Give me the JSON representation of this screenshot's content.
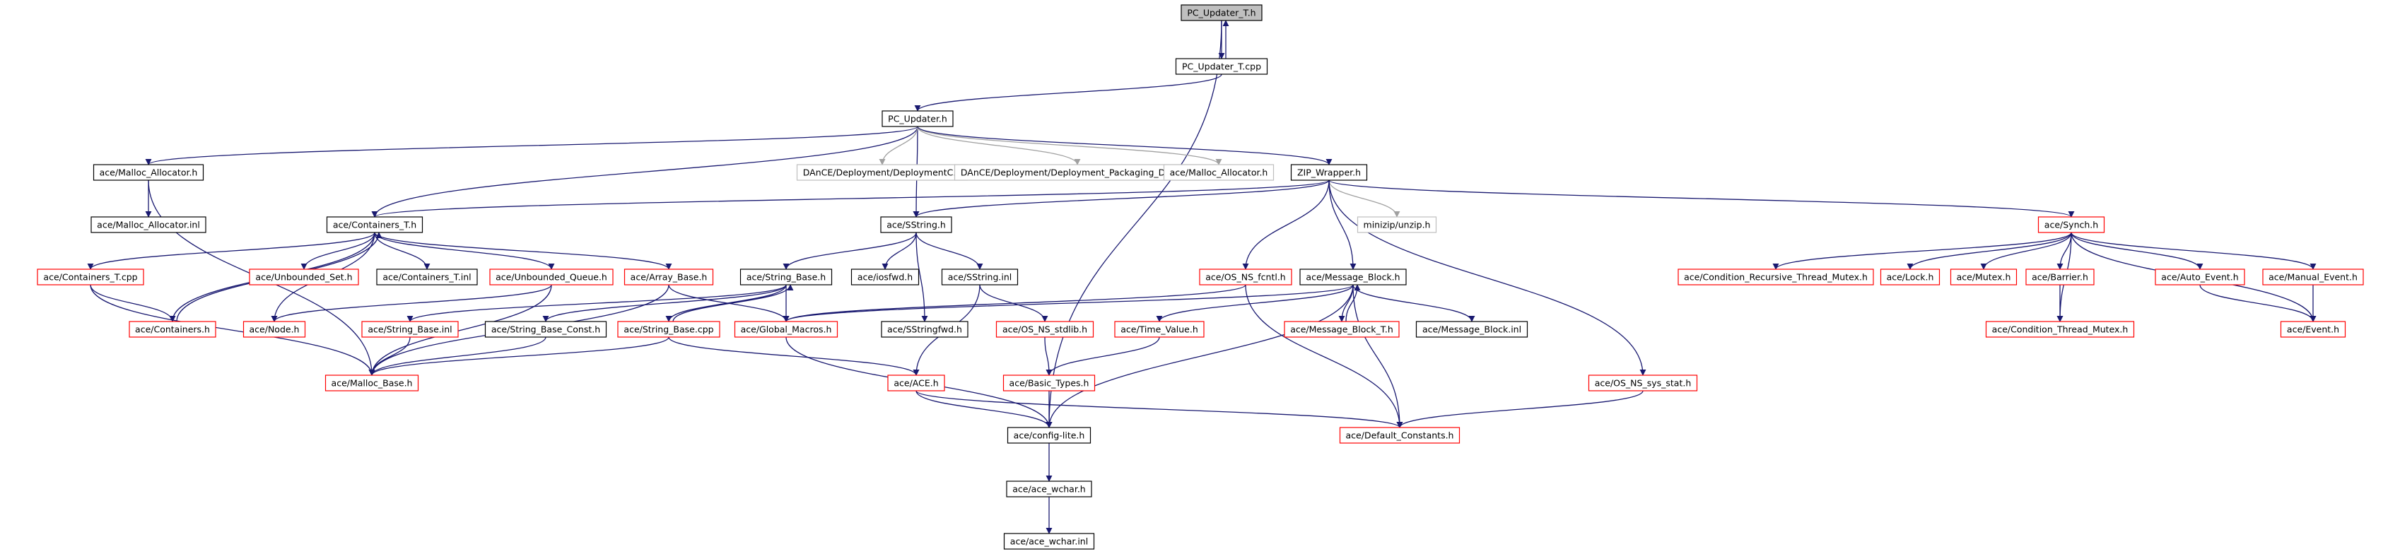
{
  "colors": {
    "edge": "#191970",
    "edge_gray": "#a0a0a0",
    "border_black": "#000000",
    "border_red": "#ff0000",
    "border_gray": "#bfbfbf",
    "root_fill": "#bfbfbf",
    "text": "#000000"
  },
  "nodes": [
    {
      "id": "pc_updater_t_h",
      "label": "PC_Updater_T.h",
      "style": "root"
    },
    {
      "id": "pc_updater_t_cpp",
      "label": "PC_Updater_T.cpp",
      "style": "black"
    },
    {
      "id": "pc_updater_h",
      "label": "PC_Updater.h",
      "style": "black"
    },
    {
      "id": "malloc_allocator_h",
      "label": "ace/Malloc_Allocator.h",
      "style": "black"
    },
    {
      "id": "malloc_allocator_inl",
      "label": "ace/Malloc_Allocator.inl",
      "style": "black"
    },
    {
      "id": "dance_deploymentc",
      "label": "DAnCE/Deployment/DeploymentC.h",
      "style": "gray"
    },
    {
      "id": "dance_packaging",
      "label": "DAnCE/Deployment/Deployment_Packaging_DataC.h",
      "style": "gray"
    },
    {
      "id": "malloc_allocator_h2",
      "label": "ace/Malloc_Allocator.h",
      "style": "gray"
    },
    {
      "id": "zip_wrapper_h",
      "label": "ZIP_Wrapper.h",
      "style": "black"
    },
    {
      "id": "containers_t_h",
      "label": "ace/Containers_T.h",
      "style": "black"
    },
    {
      "id": "sstring_h",
      "label": "ace/SString.h",
      "style": "black"
    },
    {
      "id": "minizip_unzip",
      "label": "minizip/unzip.h",
      "style": "gray"
    },
    {
      "id": "synch_h",
      "label": "ace/Synch.h",
      "style": "red"
    },
    {
      "id": "containers_t_cpp",
      "label": "ace/Containers_T.cpp",
      "style": "red"
    },
    {
      "id": "unbounded_set_h",
      "label": "ace/Unbounded_Set.h",
      "style": "red"
    },
    {
      "id": "containers_t_inl",
      "label": "ace/Containers_T.inl",
      "style": "black"
    },
    {
      "id": "unbounded_queue_h",
      "label": "ace/Unbounded_Queue.h",
      "style": "red"
    },
    {
      "id": "array_base_h",
      "label": "ace/Array_Base.h",
      "style": "red"
    },
    {
      "id": "string_base_h",
      "label": "ace/String_Base.h",
      "style": "black"
    },
    {
      "id": "iosfwd_h",
      "label": "ace/iosfwd.h",
      "style": "black"
    },
    {
      "id": "sstring_inl",
      "label": "ace/SString.inl",
      "style": "black"
    },
    {
      "id": "os_ns_fcntl_h",
      "label": "ace/OS_NS_fcntl.h",
      "style": "red"
    },
    {
      "id": "message_block_h",
      "label": "ace/Message_Block.h",
      "style": "black"
    },
    {
      "id": "cond_rec_mutex",
      "label": "ace/Condition_Recursive_Thread_Mutex.h",
      "style": "red"
    },
    {
      "id": "lock_h",
      "label": "ace/Lock.h",
      "style": "red"
    },
    {
      "id": "mutex_h",
      "label": "ace/Mutex.h",
      "style": "red"
    },
    {
      "id": "barrier_h",
      "label": "ace/Barrier.h",
      "style": "red"
    },
    {
      "id": "auto_event_h",
      "label": "ace/Auto_Event.h",
      "style": "red"
    },
    {
      "id": "manual_event_h",
      "label": "ace/Manual_Event.h",
      "style": "red"
    },
    {
      "id": "containers_h",
      "label": "ace/Containers.h",
      "style": "red"
    },
    {
      "id": "node_h",
      "label": "ace/Node.h",
      "style": "red"
    },
    {
      "id": "string_base_inl",
      "label": "ace/String_Base.inl",
      "style": "red"
    },
    {
      "id": "string_base_const_h",
      "label": "ace/String_Base_Const.h",
      "style": "black"
    },
    {
      "id": "string_base_cpp",
      "label": "ace/String_Base.cpp",
      "style": "red"
    },
    {
      "id": "global_macros_h",
      "label": "ace/Global_Macros.h",
      "style": "red"
    },
    {
      "id": "sstringfwd_h",
      "label": "ace/SStringfwd.h",
      "style": "black"
    },
    {
      "id": "os_ns_stdlib_h",
      "label": "ace/OS_NS_stdlib.h",
      "style": "red"
    },
    {
      "id": "time_value_h",
      "label": "ace/Time_Value.h",
      "style": "red"
    },
    {
      "id": "message_block_t_h",
      "label": "ace/Message_Block_T.h",
      "style": "red"
    },
    {
      "id": "message_block_inl",
      "label": "ace/Message_Block.inl",
      "style": "black"
    },
    {
      "id": "cond_thread_mutex",
      "label": "ace/Condition_Thread_Mutex.h",
      "style": "red"
    },
    {
      "id": "event_h",
      "label": "ace/Event.h",
      "style": "red"
    },
    {
      "id": "malloc_base_h",
      "label": "ace/Malloc_Base.h",
      "style": "red"
    },
    {
      "id": "ace_h",
      "label": "ace/ACE.h",
      "style": "red"
    },
    {
      "id": "basic_types_h",
      "label": "ace/Basic_Types.h",
      "style": "red"
    },
    {
      "id": "os_ns_sys_stat_h",
      "label": "ace/OS_NS_sys_stat.h",
      "style": "red"
    },
    {
      "id": "config_lite_h",
      "label": "ace/config-lite.h",
      "style": "black"
    },
    {
      "id": "default_constants_h",
      "label": "ace/Default_Constants.h",
      "style": "red"
    },
    {
      "id": "ace_wchar_h",
      "label": "ace/ace_wchar.h",
      "style": "black"
    },
    {
      "id": "ace_wchar_inl",
      "label": "ace/ace_wchar.inl",
      "style": "black"
    }
  ],
  "edges": [
    [
      "pc_updater_t_h",
      "pc_updater_t_cpp"
    ],
    [
      "pc_updater_t_cpp",
      "pc_updater_t_h"
    ],
    [
      "pc_updater_t_h",
      "config_lite_h"
    ],
    [
      "pc_updater_t_cpp",
      "pc_updater_h"
    ],
    [
      "pc_updater_h",
      "malloc_allocator_h"
    ],
    [
      "pc_updater_h",
      "containers_t_h"
    ],
    [
      "pc_updater_h",
      "sstring_h"
    ],
    [
      "pc_updater_h",
      "dance_deploymentc"
    ],
    [
      "pc_updater_h",
      "dance_packaging"
    ],
    [
      "pc_updater_h",
      "malloc_allocator_h2"
    ],
    [
      "pc_updater_h",
      "zip_wrapper_h"
    ],
    [
      "malloc_allocator_h",
      "malloc_allocator_inl"
    ],
    [
      "malloc_allocator_h",
      "malloc_base_h"
    ],
    [
      "zip_wrapper_h",
      "containers_t_h"
    ],
    [
      "zip_wrapper_h",
      "sstring_h"
    ],
    [
      "zip_wrapper_h",
      "minizip_unzip"
    ],
    [
      "zip_wrapper_h",
      "os_ns_fcntl_h"
    ],
    [
      "zip_wrapper_h",
      "message_block_h"
    ],
    [
      "zip_wrapper_h",
      "os_ns_sys_stat_h"
    ],
    [
      "zip_wrapper_h",
      "synch_h"
    ],
    [
      "containers_t_h",
      "containers_t_cpp"
    ],
    [
      "containers_t_h",
      "unbounded_set_h"
    ],
    [
      "containers_t_h",
      "containers_t_inl"
    ],
    [
      "containers_t_h",
      "unbounded_queue_h"
    ],
    [
      "containers_t_h",
      "array_base_h"
    ],
    [
      "containers_t_h",
      "containers_h"
    ],
    [
      "containers_t_h",
      "node_h"
    ],
    [
      "containers_t_cpp",
      "containers_h"
    ],
    [
      "containers_t_cpp",
      "malloc_base_h"
    ],
    [
      "containers_h",
      "containers_t_h"
    ],
    [
      "unbounded_queue_h",
      "node_h"
    ],
    [
      "unbounded_queue_h",
      "malloc_base_h"
    ],
    [
      "array_base_h",
      "global_macros_h"
    ],
    [
      "array_base_h",
      "malloc_base_h"
    ],
    [
      "sstring_h",
      "string_base_h"
    ],
    [
      "sstring_h",
      "iosfwd_h"
    ],
    [
      "sstring_h",
      "sstring_inl"
    ],
    [
      "sstring_h",
      "sstringfwd_h"
    ],
    [
      "string_base_h",
      "string_base_inl"
    ],
    [
      "string_base_h",
      "string_base_const_h"
    ],
    [
      "string_base_h",
      "string_base_cpp"
    ],
    [
      "string_base_h",
      "global_macros_h"
    ],
    [
      "string_base_cpp",
      "string_base_h"
    ],
    [
      "string_base_cpp",
      "malloc_base_h"
    ],
    [
      "string_base_cpp",
      "ace_h"
    ],
    [
      "string_base_inl",
      "malloc_base_h"
    ],
    [
      "string_base_const_h",
      "malloc_base_h"
    ],
    [
      "sstring_inl",
      "os_ns_stdlib_h"
    ],
    [
      "sstring_inl",
      "ace_h"
    ],
    [
      "os_ns_stdlib_h",
      "basic_types_h"
    ],
    [
      "os_ns_fcntl_h",
      "global_macros_h"
    ],
    [
      "os_ns_fcntl_h",
      "default_constants_h"
    ],
    [
      "message_block_h",
      "global_macros_h"
    ],
    [
      "message_block_h",
      "time_value_h"
    ],
    [
      "message_block_h",
      "message_block_t_h"
    ],
    [
      "message_block_h",
      "message_block_inl"
    ],
    [
      "message_block_h",
      "config_lite_h"
    ],
    [
      "message_block_h",
      "default_constants_h"
    ],
    [
      "message_block_t_h",
      "message_block_h"
    ],
    [
      "time_value_h",
      "basic_types_h"
    ],
    [
      "global_macros_h",
      "config_lite_h"
    ],
    [
      "ace_h",
      "config_lite_h"
    ],
    [
      "ace_h",
      "default_constants_h"
    ],
    [
      "basic_types_h",
      "config_lite_h"
    ],
    [
      "os_ns_sys_stat_h",
      "default_constants_h"
    ],
    [
      "synch_h",
      "cond_rec_mutex"
    ],
    [
      "synch_h",
      "lock_h"
    ],
    [
      "synch_h",
      "mutex_h"
    ],
    [
      "synch_h",
      "barrier_h"
    ],
    [
      "synch_h",
      "auto_event_h"
    ],
    [
      "synch_h",
      "manual_event_h"
    ],
    [
      "synch_h",
      "cond_thread_mutex"
    ],
    [
      "synch_h",
      "event_h"
    ],
    [
      "barrier_h",
      "cond_thread_mutex"
    ],
    [
      "auto_event_h",
      "event_h"
    ],
    [
      "manual_event_h",
      "event_h"
    ],
    [
      "config_lite_h",
      "ace_wchar_h"
    ],
    [
      "ace_wchar_h",
      "ace_wchar_inl"
    ]
  ]
}
